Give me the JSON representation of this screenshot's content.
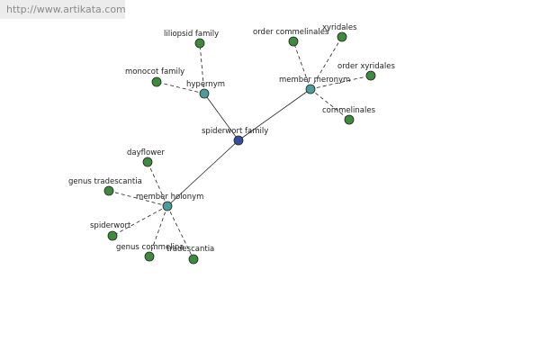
{
  "site": {
    "url": "http://www.artikata.com"
  },
  "graph": {
    "colors": {
      "root": "#3a4a9c",
      "relation": "#4f9a9a",
      "leaf": "#3f8a3f",
      "edge": "#222222",
      "outline": "#1a2a1a"
    },
    "nodes": [
      {
        "id": "spiderwort-family",
        "label": "spiderwort family",
        "kind": "root"
      },
      {
        "id": "hypernym",
        "label": "hypernym",
        "kind": "relation"
      },
      {
        "id": "member-meronym",
        "label": "member meronym",
        "kind": "relation"
      },
      {
        "id": "member-holonym",
        "label": "member holonym",
        "kind": "relation"
      },
      {
        "id": "liliopsid-family",
        "label": "liliopsid family",
        "kind": "leaf"
      },
      {
        "id": "monocot-family",
        "label": "monocot family",
        "kind": "leaf"
      },
      {
        "id": "order-commelinales",
        "label": "order commelinales",
        "kind": "leaf"
      },
      {
        "id": "xyridales",
        "label": "xyridales",
        "kind": "leaf"
      },
      {
        "id": "order-xyridales",
        "label": "order xyridales",
        "kind": "leaf"
      },
      {
        "id": "commelinales",
        "label": "commelinales",
        "kind": "leaf"
      },
      {
        "id": "dayflower",
        "label": "dayflower",
        "kind": "leaf"
      },
      {
        "id": "genus-tradescantia",
        "label": "genus tradescantia",
        "kind": "leaf"
      },
      {
        "id": "spiderwort",
        "label": "spiderwort",
        "kind": "leaf"
      },
      {
        "id": "genus-commelina",
        "label": "genus commelina",
        "kind": "leaf"
      },
      {
        "id": "tradescantia",
        "label": "tradescantia",
        "kind": "leaf"
      }
    ],
    "edges": [
      {
        "from": "spiderwort-family",
        "to": "hypernym",
        "style": "solid"
      },
      {
        "from": "spiderwort-family",
        "to": "member-meronym",
        "style": "solid"
      },
      {
        "from": "spiderwort-family",
        "to": "member-holonym",
        "style": "solid"
      },
      {
        "from": "hypernym",
        "to": "liliopsid-family",
        "style": "dashed"
      },
      {
        "from": "hypernym",
        "to": "monocot-family",
        "style": "dashed"
      },
      {
        "from": "member-meronym",
        "to": "order-commelinales",
        "style": "dashed"
      },
      {
        "from": "member-meronym",
        "to": "xyridales",
        "style": "dashed"
      },
      {
        "from": "member-meronym",
        "to": "order-xyridales",
        "style": "dashed"
      },
      {
        "from": "member-meronym",
        "to": "commelinales",
        "style": "dashed"
      },
      {
        "from": "member-holonym",
        "to": "dayflower",
        "style": "dashed"
      },
      {
        "from": "member-holonym",
        "to": "genus-tradescantia",
        "style": "dashed"
      },
      {
        "from": "member-holonym",
        "to": "spiderwort",
        "style": "dashed"
      },
      {
        "from": "member-holonym",
        "to": "genus-commelina",
        "style": "dashed"
      },
      {
        "from": "member-holonym",
        "to": "tradescantia",
        "style": "dashed"
      }
    ]
  }
}
